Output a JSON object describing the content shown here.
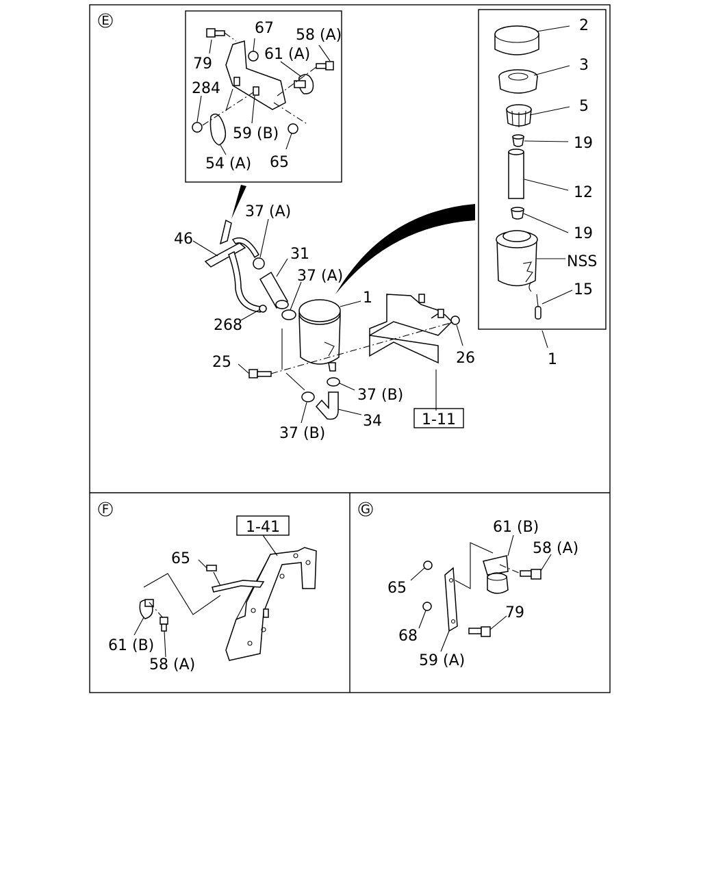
{
  "sections": {
    "E": {
      "marker": "E",
      "inset_left_labels": [
        "79",
        "67",
        "58 (A)",
        "61 (A)",
        "284",
        "59 (B)",
        "65",
        "54 (A)"
      ],
      "inset_right_labels": [
        "2",
        "3",
        "5",
        "19",
        "12",
        "19",
        "NSS",
        "15",
        "1"
      ],
      "main_labels": [
        "37 (A)",
        "46",
        "31",
        "37 (A)",
        "1",
        "268",
        "25",
        "26",
        "37 (B)",
        "34",
        "37 (B)"
      ],
      "ref_box": "1-11"
    },
    "F": {
      "marker": "F",
      "labels": [
        "65",
        "61 (B)",
        "58 (A)"
      ],
      "ref_box": "1-41"
    },
    "G": {
      "marker": "G",
      "labels": [
        "61 (B)",
        "58 (A)",
        "65",
        "79",
        "68",
        "59 (A)"
      ]
    }
  }
}
